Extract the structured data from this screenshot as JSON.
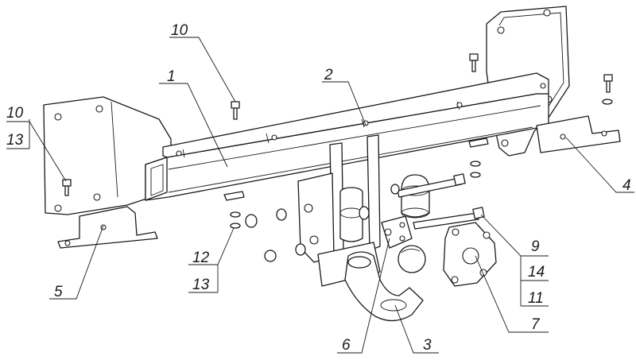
{
  "callouts": {
    "c1": "1",
    "c2": "2",
    "c3": "3",
    "c4": "4",
    "c5": "5",
    "c6": "6",
    "c7": "7",
    "c9": "9",
    "c10_top": "10",
    "c10_left": "10",
    "c11": "11",
    "c12": "12",
    "c13_left": "13",
    "c13_bottom": "13",
    "c14": "14"
  }
}
